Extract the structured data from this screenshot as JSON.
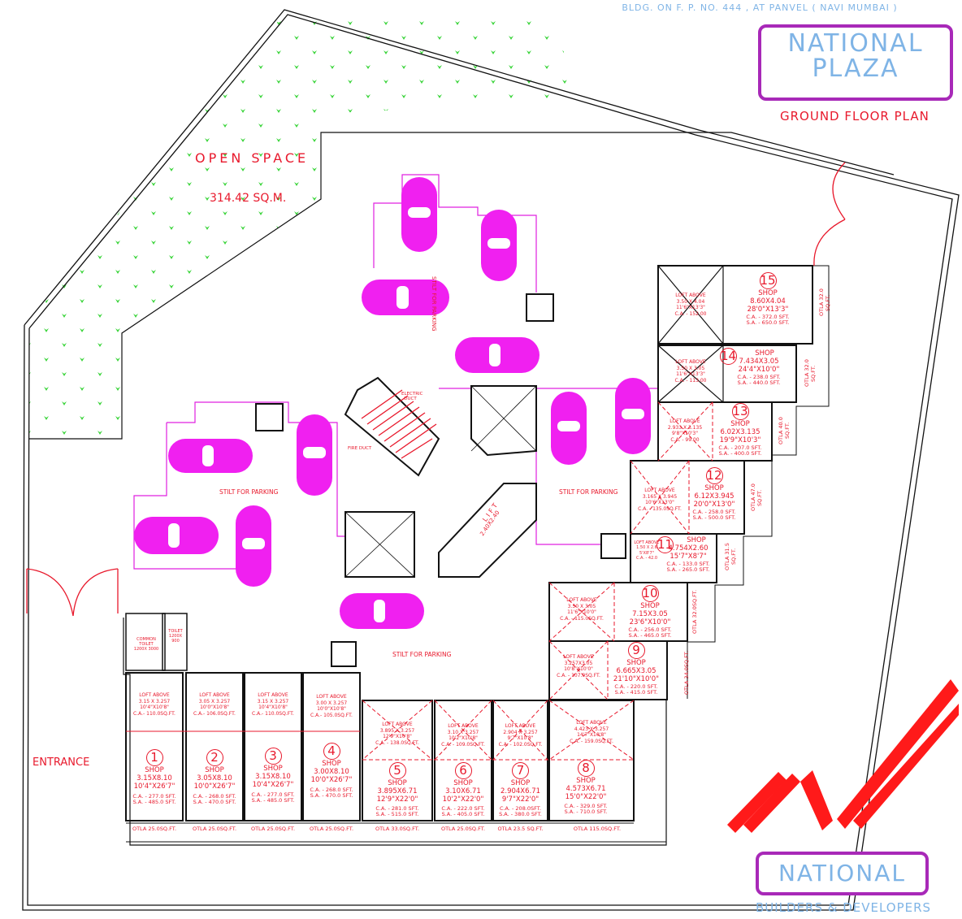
{
  "header": {
    "subtitle": "BLDG. ON F. P. NO. 444 , AT PANVEL ( NAVI MUMBAI )",
    "project_name_line1": "NATIONAL",
    "project_name_line2": "PLAZA",
    "plan_title": "GROUND FLOOR PLAN"
  },
  "footer": {
    "brand": "NATIONAL",
    "tagline": "BUILDERS & DEVELOPERS"
  },
  "colors": {
    "title_blue": "#7fb4e6",
    "frame_purple": "#a829b8",
    "annotation_red": "#e8192c",
    "parking_magenta": "#f020f0",
    "grass_green": "#3ad43a",
    "wall_black": "#111111"
  },
  "open_space": {
    "label": "OPEN SPACE",
    "area": "314.42 SQ.M."
  },
  "areas": {
    "entrance": "ENTRANCE",
    "stilt_parking": "STILT FOR PARKING",
    "electric_duct": "ELECTRIC DUCT",
    "fire_duct": "FIRE DUCT",
    "lift": "LIFT",
    "lift_size": "2.40X2.40",
    "common_toilet": "COMMON TOILET",
    "common_toilet_size": "1200X 3000",
    "toilet": "TOILET",
    "toilet_size": "1200X 900"
  },
  "shops": [
    {
      "no": "1",
      "label": "SHOP",
      "size_m": "3.15X8.10",
      "size_ft": "10'4\"X26'7\"",
      "ca": "C.A. - 277.0 SFT.",
      "sa": "S.A. - 485.0 SFT.",
      "loft": {
        "label": "LOFT ABOVE",
        "size_m": "3.15 X 3.257",
        "size_ft": "10'4\"X10'8\"",
        "ca": "C.A.- 110.0SQ.FT."
      },
      "otla": "OTLA 25.0SQ.FT."
    },
    {
      "no": "2",
      "label": "SHOP",
      "size_m": "3.05X8.10",
      "size_ft": "10'0\"X26'7\"",
      "ca": "C.A. - 268.0 SFT.",
      "sa": "S.A. - 470.0 SFT.",
      "loft": {
        "label": "LOFT ABOVE",
        "size_m": "3.05 X 3.257",
        "size_ft": "10'0\"X10'8\"",
        "ca": "C.A.- 106.0SQ.FT."
      },
      "otla": "OTLA 25.0SQ.FT."
    },
    {
      "no": "3",
      "label": "SHOP",
      "size_m": "3.15X8.10",
      "size_ft": "10'4\"X26'7\"",
      "ca": "C.A. - 277.0 SFT.",
      "sa": "S.A. - 485.0 SFT.",
      "loft": {
        "label": "LOFT ABOVE",
        "size_m": "3.15 X 3.257",
        "size_ft": "10'4\"X10'8\"",
        "ca": "C.A.- 110.0SQ.FT."
      },
      "otla": "OTLA 25.0SQ.FT."
    },
    {
      "no": "4",
      "label": "SHOP",
      "size_m": "3.00X8.10",
      "size_ft": "10'0\"X26'7\"",
      "ca": "C.A. - 268.0 SFT.",
      "sa": "S.A. - 470.0 SFT.",
      "loft": {
        "label": "LOFT ABOVE",
        "size_m": "3.00 X 3.257",
        "size_ft": "10'0\"X10'8\"",
        "ca": "C.A.- 105.0SQ.FT."
      },
      "otla": "OTLA 25.0SQ.FT."
    },
    {
      "no": "5",
      "label": "SHOP",
      "size_m": "3.895X6.71",
      "size_ft": "12'9\"X22'0\"",
      "ca": "C.A. - 281.0 SFT.",
      "sa": "S.A. - 515.0 SFT.",
      "loft": {
        "label": "LOFT ABOVE",
        "size_m": "3.895 X 3.257",
        "size_ft": "12'9\"X10'8\"",
        "ca": "C.A. - 138.0SQ.FT."
      },
      "otla": "OTLA 33.0SQ.FT."
    },
    {
      "no": "6",
      "label": "SHOP",
      "size_m": "3.10X6.71",
      "size_ft": "10'2\"X22'0\"",
      "ca": "C.A. - 222.0 SFT.",
      "sa": "S.A. - 405.0 SFT.",
      "loft": {
        "label": "LOFT ABOVE",
        "size_m": "3.10 X 3.257",
        "size_ft": "10'2\"X10'8\"",
        "ca": "C.A. - 109.0SQ.FT."
      },
      "otla": "OTLA 25.0SQ.FT."
    },
    {
      "no": "7",
      "label": "SHOP",
      "size_m": "2.904X6.71",
      "size_ft": "9'7\"X22'0\"",
      "ca": "C.A. - 208.0SFT.",
      "sa": "S.A. - 380.0 SFT.",
      "loft": {
        "label": "LOFT ABOVE",
        "size_m": "2.904 X 3.257",
        "size_ft": "9'7\"X10'8\"",
        "ca": "C.A. - 102.0SQ.FT."
      },
      "otla": "OTLA 23.5 SQ.FT."
    },
    {
      "no": "8",
      "label": "SHOP",
      "size_m": "4.573X6.71",
      "size_ft": "15'0\"X22'0\"",
      "ca": "C.A. - 329.0 SFT.",
      "sa": "S.A. - 710.0 SFT.",
      "loft": {
        "label": "LOFT ABOVE",
        "size_m": "4.423 X 3.257",
        "size_ft": "14'7\"X10'8\"",
        "ca": "C.A. - 159.0SQ.FT."
      },
      "otla": "OTLA 115.0SQ.FT."
    },
    {
      "no": "9",
      "label": "SHOP",
      "size_m": "6.665X3.05",
      "size_ft": "21'10\"X10'0\"",
      "ca": "C.A. - 220.0 SFT.",
      "sa": "S.A. - 415.0 SFT.",
      "loft": {
        "label": "LOFT ABOVE",
        "size_m": "3.257X3.05",
        "size_ft": "10'8\"X10'0\"",
        "ca": "C.A. - 107.0SQ.FT."
      },
      "otla": "OTLA 34.0SQ.FT."
    },
    {
      "no": "10",
      "label": "SHOP",
      "size_m": "7.15X3.05",
      "size_ft": "23'6\"X10'0\"",
      "ca": "C.A. - 256.0 SFT.",
      "sa": "S.A. - 465.0 SFT.",
      "loft": {
        "label": "LOFT ABOVE",
        "size_m": "3.50 X 3.05",
        "size_ft": "11'6\"X10'0\"",
        "ca": "C.A. - 115.0SQ.FT."
      },
      "otla": "OTLA 32.0SQ.FT."
    },
    {
      "no": "11",
      "label": "SHOP",
      "size_m": "4.754X2.60",
      "size_ft": "15'7\"X8'7\"",
      "ca": "C.A. - 133.0 SFT.",
      "sa": "S.A. - 265.0 SFT.",
      "loft": {
        "label": "LOFT ABOVE",
        "size_m": "1.50 X 2.6",
        "size_ft": "5'X8'7\"",
        "ca": "C.A. - 42.0"
      },
      "otla": "OTLA 31.5 SQ.FT."
    },
    {
      "no": "12",
      "label": "SHOP",
      "size_m": "6.12X3.945",
      "size_ft": "20'0\"X13'0\"",
      "ca": "C.A. - 258.0 SFT.",
      "sa": "S.A. - 500.0 SFT.",
      "loft": {
        "label": "LOFT ABOVE",
        "size_m": "3.165 X 3.945",
        "size_ft": "10'6\"X13'0\"",
        "ca": "C.A. - 135.0SQ.FT."
      },
      "otla": "OTLA 47.0 SQ.FT."
    },
    {
      "no": "13",
      "label": "SHOP",
      "size_m": "6.02X3.135",
      "size_ft": "19'9\"X10'3\"",
      "ca": "C.A. - 207.0 SFT.",
      "sa": "S.A. - 400.0 SFT.",
      "loft": {
        "label": "LOFT ABOVE",
        "size_m": "2.933 X 3.135",
        "size_ft": "9'8\"X10'3\"",
        "ca": "C.A. - 99.00"
      },
      "otla": "OTLA 40.0 SQ.FT."
    },
    {
      "no": "14",
      "label": "SHOP",
      "size_m": "7.434X3.05",
      "size_ft": "24'4\"X10'0\"",
      "ca": "C.A. - 238.0 SFT.",
      "sa": "S.A. - 440.0 SFT.",
      "loft": {
        "label": "LOFT ABOVE",
        "size_m": "3.50 X 3.05",
        "size_ft": "11'6\"X13'3\"",
        "ca": "C.A. - 113.00"
      },
      "otla": "OTLA 32.0 SQ.FT."
    },
    {
      "no": "15",
      "label": "SHOP",
      "size_m": "8.60X4.04",
      "size_ft": "28'0\"X13'3\"",
      "ca": "C.A. - 372.0 SFT.",
      "sa": "S.A. - 650.0 SFT.",
      "loft": {
        "label": "LOFT ABOVE",
        "size_m": "3.50 X 4.04",
        "size_ft": "11'6\"X13'3\"",
        "ca": "C.A. - 152.00"
      },
      "otla": "OTLA 32.0 SQ.FT."
    }
  ]
}
